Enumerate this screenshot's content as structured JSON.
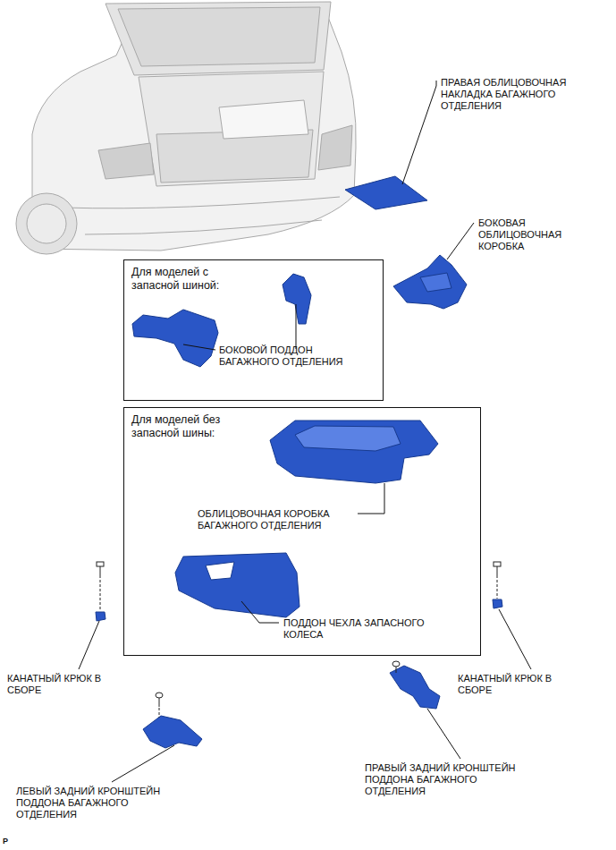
{
  "diagram": {
    "nodes": [
      {
        "text": [
          "Для моделей с запасной шиной:",
          "БОКОВОЙ ПОДДОН БАГАЖНОГО ОТДЕЛЕНИЯ"
        ]
      },
      {
        "text": [
          "Для моделей без запасной шины:",
          "ОБЛИЦОВОЧНАЯ КОРОБКА БАГАЖНОГО ОТДЕЛЕНИЯ",
          "ПОДДОН ЧЕХЛА ЗАПАСНОГО КОЛЕСА"
        ]
      }
    ],
    "labels": [
      "ПРАВАЯ ОБЛИЦОВОЧНАЯ НАКЛАДКА БАГАЖНОГО ОТДЕЛЕНИЯ",
      "БОКОВАЯ ОБЛИЦОВОЧНАЯ КОРОБКА",
      "КАНАТНЫЙ КРЮК В СБОРЕ",
      "КАНАТНЫЙ КРЮК В СБОРЕ",
      "ЛЕВЫЙ ЗАДНИЙ КРОНШТЕЙН ПОДДОНА БАГАЖНОГО ОТДЕЛЕНИЯ",
      "ПРАВЫЙ ЗАДНИЙ КРОНШТЕЙН ПОДДОНА БАГАЖНОГО ОТДЕЛЕНИЯ",
      "P"
    ]
  }
}
